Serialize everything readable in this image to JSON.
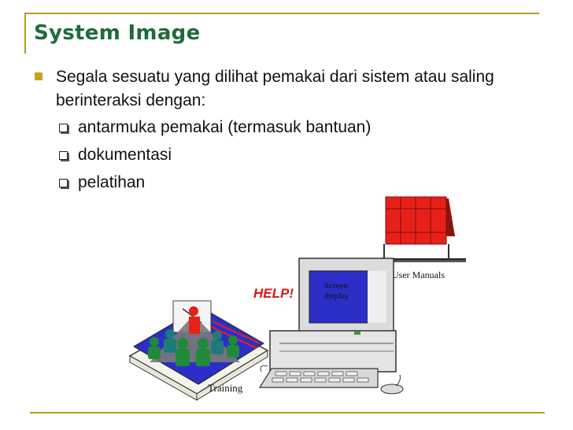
{
  "title": "System Image",
  "bullet": "Segala sesuatu yang dilihat pemakai dari sistem atau saling berinteraksi dengan:",
  "sub_items": [
    "antarmuka pemakai (termasuk bantuan)",
    "dokumentasi",
    "pelatihan"
  ],
  "illustration": {
    "user_manuals_label": "User Manuals",
    "help_label": "HELP!",
    "screen_label_1": "Screen",
    "screen_label_2": "display",
    "training_label": "Training"
  },
  "colors": {
    "title": "#1f6b3a",
    "accent": "#c8a41a",
    "books": "#e8201a",
    "screen": "#2b2fc8"
  }
}
